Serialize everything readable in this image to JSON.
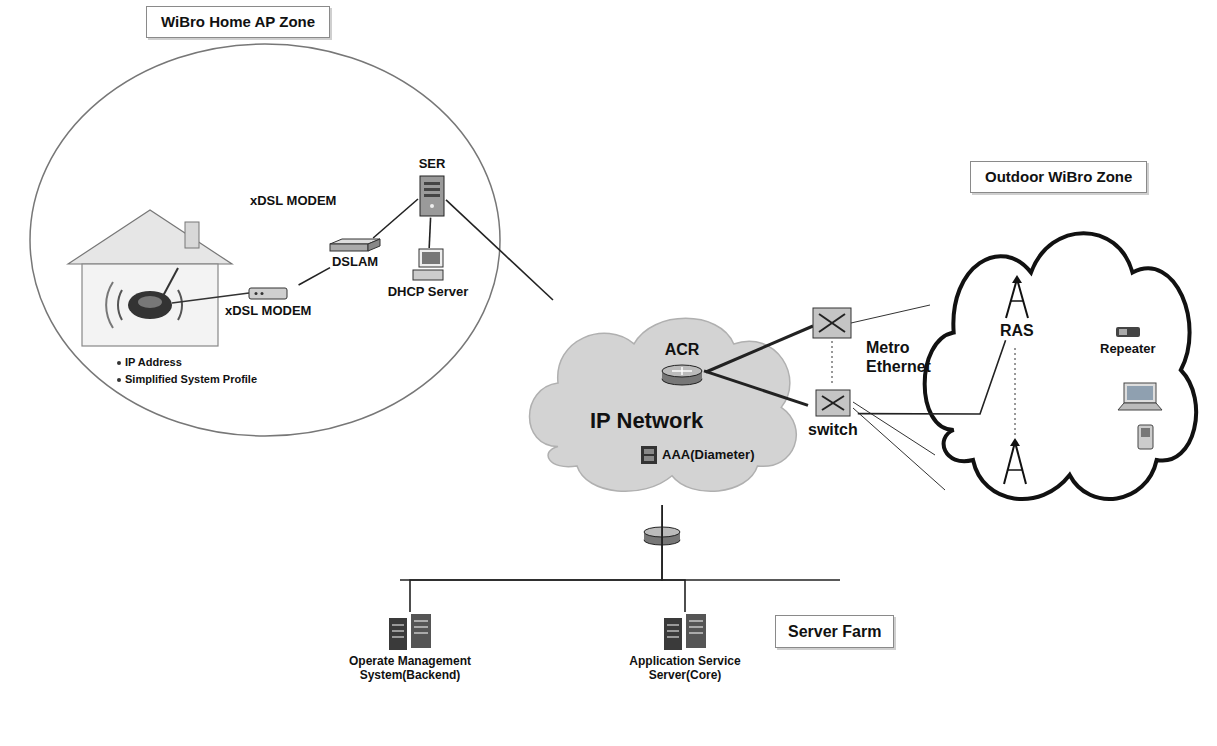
{
  "diagram": {
    "nodes": [
      {
        "text": [
          "WiBro Home AP Zone"
        ]
      },
      {
        "text": [
          "xDSL MODEM"
        ],
        "in": 0
      },
      {
        "text": [
          "DSLAM"
        ],
        "in": 0
      },
      {
        "text": [
          "SER"
        ],
        "in": 0
      },
      {
        "text": [
          "DHCP Server"
        ],
        "in": 0
      },
      {
        "text": [
          "IP Network"
        ]
      },
      {
        "text": [
          "ACR"
        ],
        "in": 5
      },
      {
        "text": [
          "AAA(Diameter)"
        ],
        "in": 5
      },
      {
        "text": [
          "switch"
        ]
      },
      {
        "text": [
          "Outdoor WiBro Zone"
        ]
      },
      {
        "text": [
          "RAS"
        ],
        "in": 9
      },
      {
        "text": [
          "Repeater"
        ],
        "in": 9
      },
      {
        "text": [
          "Server Farm"
        ]
      },
      {
        "text": [
          "Operate Management System(Backend)"
        ]
      },
      {
        "text": [
          "Application Service Server(Core)"
        ]
      }
    ],
    "edges": [
      {
        "from": 1,
        "to": 2,
        "arrow": "none"
      },
      {
        "from": 2,
        "to": 3,
        "arrow": "none"
      },
      {
        "from": 3,
        "to": 4,
        "arrow": "none"
      },
      {
        "from": 3,
        "to": 5,
        "arrow": "none"
      },
      {
        "from": 6,
        "to": 8,
        "arrow": "none"
      },
      {
        "from": 8,
        "to": 10,
        "arrow": "none"
      },
      {
        "from": 5,
        "to": 13,
        "arrow": "none"
      },
      {
        "from": 5,
        "to": 14,
        "arrow": "none"
      }
    ],
    "labels": [
      "xDSL MODEM",
      "IP Address",
      "Simplified System Profile",
      "Metro Ethernet"
    ]
  }
}
